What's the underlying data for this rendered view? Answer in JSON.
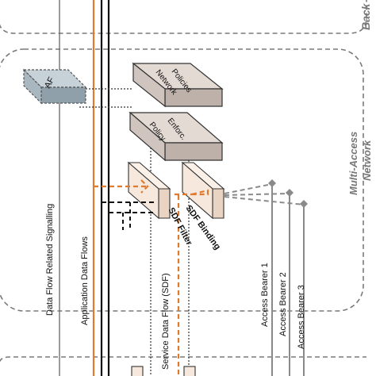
{
  "colors": {
    "orange": "#e07a2f",
    "black": "#111111",
    "gray_line": "#8a8a8a",
    "dashed_border": "#7a7a7a",
    "af_fill": "#a9b7c0",
    "box_fill": "#d9cfc9",
    "filter_fill": "#f6e8dc"
  },
  "labels": {
    "back_region_partial": "Back",
    "multi_access_line1": "Multi-Access",
    "multi_access_line2": "Network",
    "af": "AF",
    "network_policies_line1": "Network",
    "network_policies_line2": "Policies",
    "policy_enforc_line1": "Policy",
    "policy_enforc_line2": "Enforc.",
    "sdf_filter": "SDF Filter",
    "sdf_binding": "SDF Binding",
    "data_flow_signalling": "Data Flow Related Signalling",
    "application_data_flows": "Application Data Flows",
    "service_data_flow": "Service Data Flow (SDF)",
    "access_bearer_1": "Access Bearer 1",
    "access_bearer_2": "Access Bearer 2",
    "access_bearer_3": "Access Bearer 3"
  }
}
